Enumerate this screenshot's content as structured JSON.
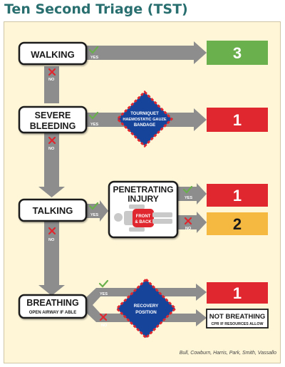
{
  "title": "Ten Second Triage (TST)",
  "steps": {
    "walking": "WALKING",
    "severe_line1": "SEVERE",
    "severe_line2": "BLEEDING",
    "talking": "TALKING",
    "breathing": "BREATHING",
    "breathing_sub": "OPEN AIRWAY IF ABLE"
  },
  "labels": {
    "yes": "YES",
    "no": "NO"
  },
  "actions": {
    "tourniquet_line1": "TOURNIQUET",
    "tourniquet_line2": "HAEMOSTATIC GAUZE",
    "tourniquet_line3": "BANDAGE",
    "recovery_line1": "RECOVERY",
    "recovery_line2": "POSITION",
    "penetrating_line1": "PENETRATING",
    "penetrating_line2": "INJURY",
    "front_back_line1": "FRONT",
    "front_back_line2": "& BACK"
  },
  "outcomes": {
    "walking": "3",
    "severe": "1",
    "penetrating_yes": "1",
    "penetrating_no": "2",
    "breathing_yes": "1",
    "not_breathing_line1": "NOT BREATHING",
    "not_breathing_line2": "CPR IF RESOURCES ALLOW"
  },
  "credit": "Bull, Cowburn, Harris, Park, Smith, Vassallo",
  "colors": {
    "title": "#2a6f70",
    "green": "#6ab04c",
    "red": "#e0262e",
    "amber": "#f5b942",
    "arrow": "#8d8d8d",
    "navy": "#16449a",
    "background": "#fff6d8"
  }
}
